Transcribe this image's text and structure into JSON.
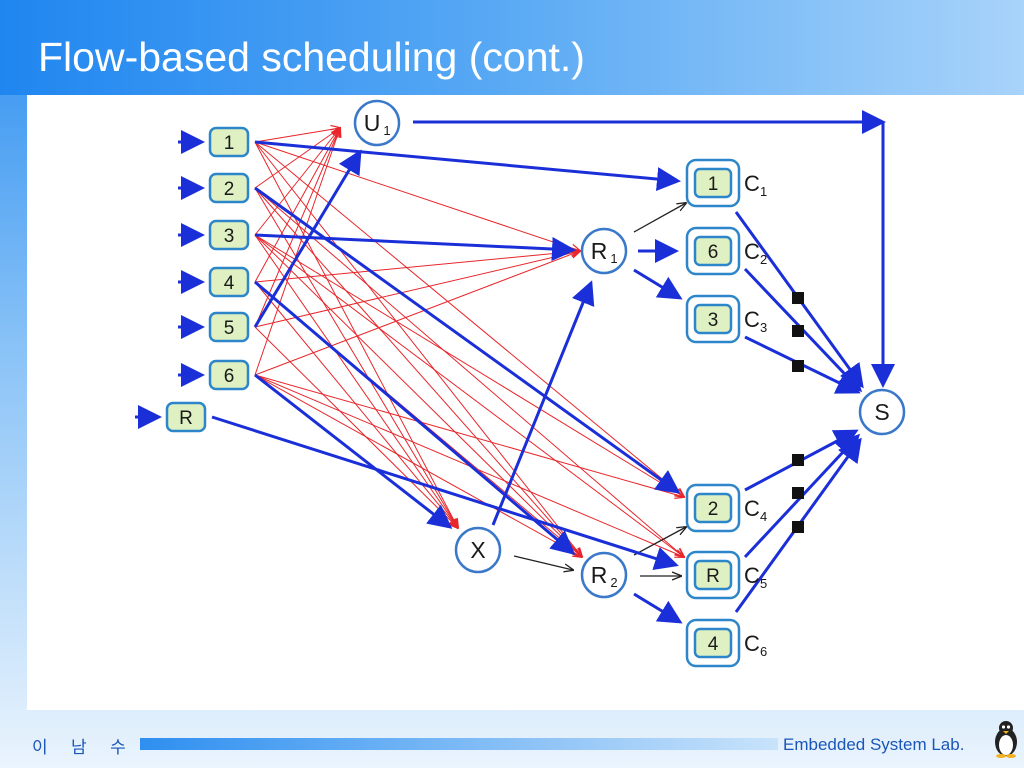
{
  "slide": {
    "title": "Flow-based scheduling (cont.)",
    "footer_author": "이 남 수",
    "footer_lab": "Embedded System Lab."
  },
  "colors": {
    "blue_edge": "#1a2fd8",
    "red_edge": "#e8262b",
    "black_edge": "#222222",
    "node_stroke": "#3a78c9",
    "box_fill": "#dff0c2",
    "box_stroke": "#2d86c9"
  },
  "diagram": {
    "sources": [
      "1",
      "2",
      "3",
      "4",
      "5",
      "6",
      "R"
    ],
    "circles": [
      {
        "id": "U",
        "label": "U",
        "sub": "1"
      },
      {
        "id": "R1",
        "label": "R",
        "sub": "1"
      },
      {
        "id": "X",
        "label": "X",
        "sub": ""
      },
      {
        "id": "R2",
        "label": "R",
        "sub": "2"
      },
      {
        "id": "S",
        "label": "S",
        "sub": ""
      }
    ],
    "cores": [
      {
        "id": "C1",
        "task": "1",
        "label": "C",
        "sub": "1"
      },
      {
        "id": "C2",
        "task": "6",
        "label": "C",
        "sub": "2"
      },
      {
        "id": "C3",
        "task": "3",
        "label": "C",
        "sub": "3"
      },
      {
        "id": "C4",
        "task": "2",
        "label": "C",
        "sub": "4"
      },
      {
        "id": "C5",
        "task": "R",
        "label": "C",
        "sub": "5"
      },
      {
        "id": "C6",
        "task": "4",
        "label": "C",
        "sub": "6"
      }
    ]
  }
}
